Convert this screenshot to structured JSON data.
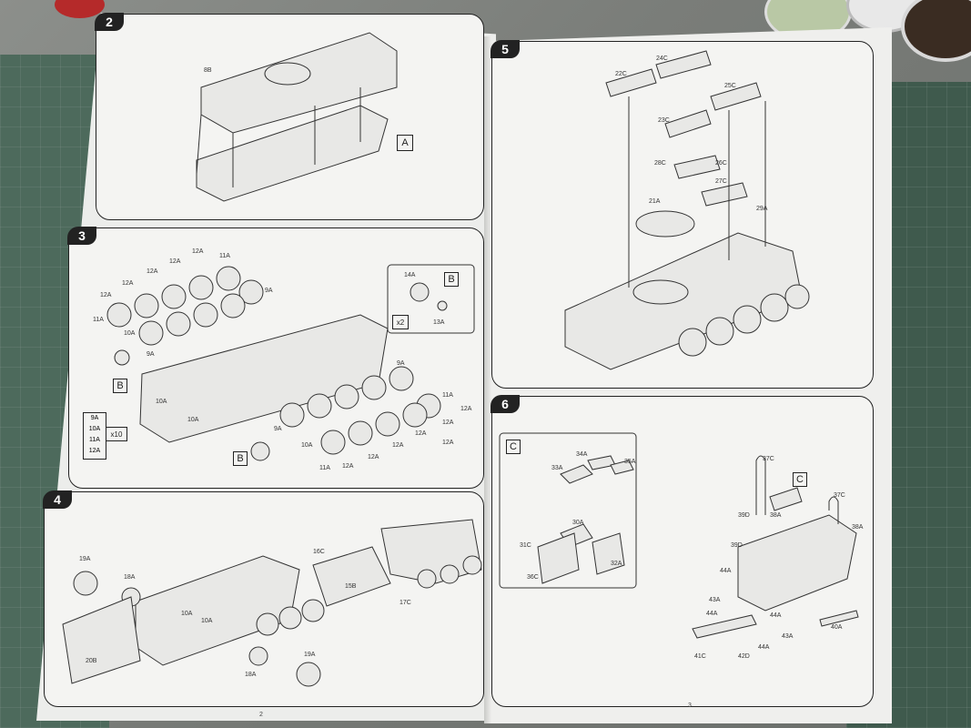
{
  "steps": [
    {
      "number": "2",
      "labels": [
        "8B",
        "A"
      ]
    },
    {
      "number": "3",
      "labels": [
        "12A",
        "11A",
        "12A",
        "12A",
        "12A",
        "12A",
        "11A",
        "10A",
        "9A",
        "10A",
        "9A",
        "10A",
        "9A",
        "9A",
        "10A",
        "11A",
        "12A",
        "12A",
        "12A",
        "12A",
        "12A",
        "11A",
        "12A",
        "12A",
        "B",
        "B",
        "14A",
        "13A",
        "x2",
        "9A",
        "10A",
        "11A",
        "12A",
        "x10",
        "B"
      ]
    },
    {
      "number": "4",
      "labels": [
        "19A",
        "18A",
        "10A",
        "10A",
        "20B",
        "19A",
        "18A",
        "16C",
        "15B",
        "17C"
      ]
    },
    {
      "number": "5",
      "labels": [
        "22C",
        "24C",
        "25C",
        "23C",
        "28C",
        "26C",
        "27C",
        "21A",
        "29A"
      ]
    },
    {
      "number": "6",
      "labels": [
        "C",
        "34A",
        "33A",
        "35A",
        "30A",
        "31C",
        "32A",
        "36C",
        "37C",
        "C",
        "39D",
        "39D",
        "38A",
        "37C",
        "38A",
        "44A",
        "43A",
        "44A",
        "44A",
        "43A",
        "41C",
        "42D",
        "44A",
        "40A"
      ]
    }
  ],
  "page_numbers": {
    "left": "2",
    "right": "3"
  }
}
